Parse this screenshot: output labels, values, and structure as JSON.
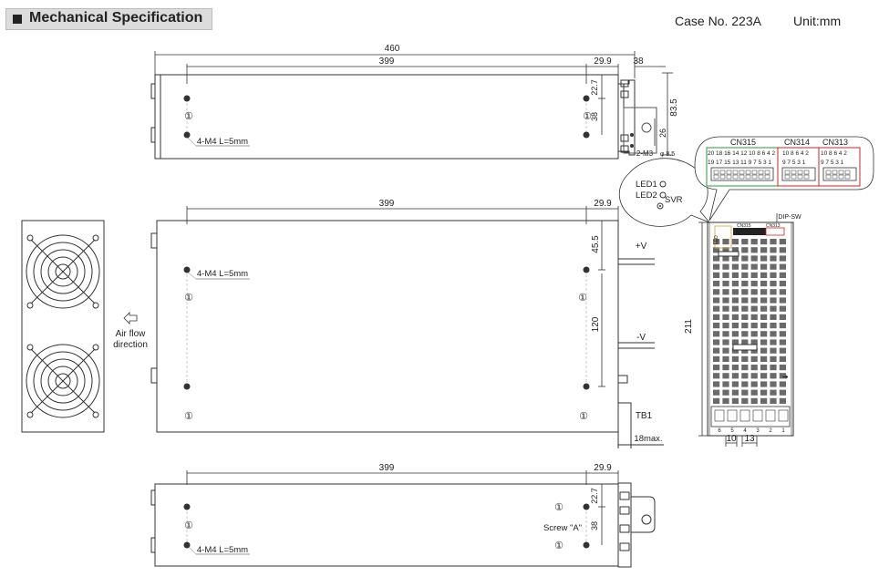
{
  "header": {
    "title": "Mechanical Specification",
    "case": "Case No. 223A",
    "unit": "Unit:mm"
  },
  "top_view": {
    "d_total": "460",
    "d_holes": "399",
    "d_edge": "29.9",
    "d_bracket": "38",
    "d_h1": "22.7",
    "d_h2": "38",
    "d_height": "83.5",
    "d_26": "26",
    "screw_label": "4-M4 L=5mm",
    "m3_label": "2-M3",
    "phi_label": "φ 8.5",
    "marker": "①"
  },
  "front_view": {
    "d_holes": "399",
    "d_edge": "29.9",
    "d_45": "45.5",
    "d_120": "120",
    "screw_label": "4-M4 L=5mm",
    "vplus": "+V",
    "vminus": "-V",
    "tb1": "TB1",
    "max18": "18max.",
    "led1": "LED1",
    "led2": "LED2",
    "svr": "SVR",
    "marker": "①"
  },
  "bottom_view": {
    "d_holes": "399",
    "d_edge": "29.9",
    "d_h1": "22.7",
    "d_h2": "38",
    "screw_label": "4-M4 L=5mm",
    "screw_a": "Screw \"A\"",
    "marker": "①"
  },
  "fan": {
    "airflow_l1": "Air flow",
    "airflow_l2": "direction"
  },
  "side_view": {
    "d_211": "211",
    "d_10": "10",
    "d_13": "13",
    "dip_sw": "DIP-SW",
    "tb_nums": [
      "6",
      "5",
      "4",
      "3",
      "2",
      "1"
    ],
    "led_tag": "LED",
    "cn_tags": [
      "CN315",
      "CN313"
    ]
  },
  "connectors": {
    "cn315": {
      "name": "CN315",
      "top": "20 18 16 14 12 10 8 6 4 2",
      "bottom": "19 17 15 13 11 9 7 5 3 1",
      "color": "#2a9a3a"
    },
    "cn314": {
      "name": "CN314",
      "top": "10 8 6 4 2",
      "bottom": "9 7 5 3 1",
      "color": "#d42020"
    },
    "cn313": {
      "name": "CN313",
      "top": "10 8 6 4 2",
      "bottom": "9 7 5 3 1",
      "color": "#d42020"
    }
  },
  "colors": {
    "line": "#333333",
    "marker": "#3b8fd6",
    "green": "#2a9a3a",
    "red": "#d42020",
    "leader": "#aaaaaa"
  }
}
